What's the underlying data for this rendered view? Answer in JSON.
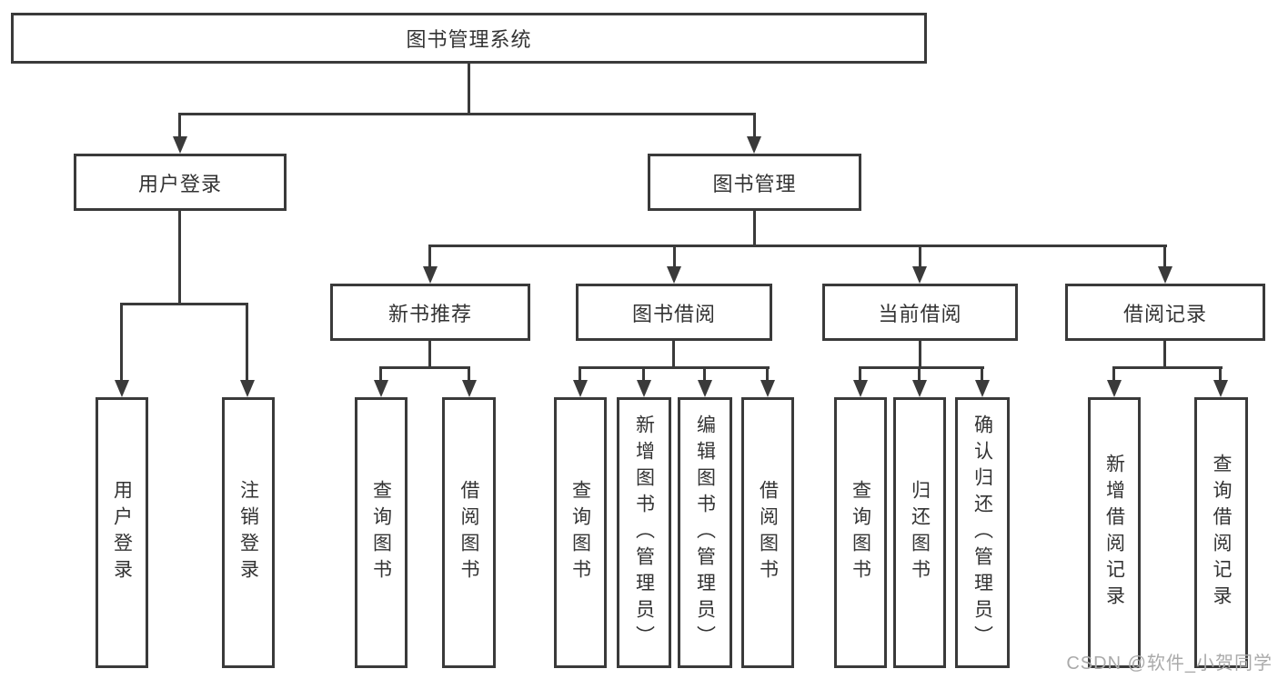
{
  "diagram": {
    "root": {
      "label": "图书管理系统"
    },
    "branches": [
      {
        "label": "用户登录",
        "leaves": [
          "用户登录",
          "注销登录"
        ]
      },
      {
        "label": "图书管理",
        "groups": [
          {
            "label": "新书推荐",
            "leaves": [
              "查询图书",
              "借阅图书"
            ]
          },
          {
            "label": "图书借阅",
            "leaves": [
              "查询图书",
              "新增图书（管理员）",
              "编辑图书（管理员）",
              "借阅图书"
            ]
          },
          {
            "label": "当前借阅",
            "leaves": [
              "查询图书",
              "归还图书",
              "确认归还（管理员）"
            ]
          },
          {
            "label": "借阅记录",
            "leaves": [
              "新增借阅记录",
              "查询借阅记录"
            ]
          }
        ]
      }
    ]
  },
  "watermark": {
    "text": "CSDN @软件_小贺同学"
  },
  "colors": {
    "line": "#3a3a3a",
    "text": "#333333",
    "watermark": "#aaaaaa",
    "background": "#ffffff"
  }
}
